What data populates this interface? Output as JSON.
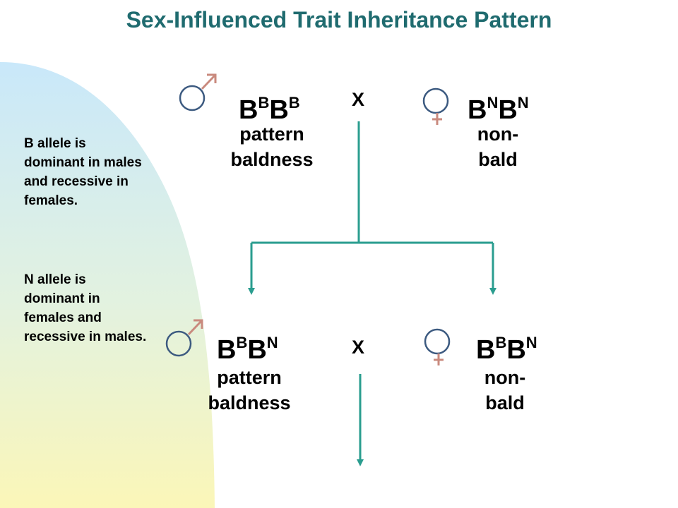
{
  "title": "Sex-Influenced Trait Inheritance Pattern",
  "note": {
    "b_allele": "B allele is dominant in males and recessive in females.",
    "n_allele": "N allele is dominant in females and recessive in males."
  },
  "parents": {
    "male": {
      "genotype": {
        "a": "B",
        "a_sup": "B",
        "b": "B",
        "b_sup": "B"
      },
      "phenotype_line1": "pattern",
      "phenotype_line2": "baldness"
    },
    "female": {
      "genotype": {
        "a": "B",
        "a_sup": "N",
        "b": "B",
        "b_sup": "N"
      },
      "phenotype_line1": "non-",
      "phenotype_line2": "bald"
    },
    "cross_symbol": "X"
  },
  "offspring": {
    "male": {
      "genotype": {
        "a": "B",
        "a_sup": "B",
        "b": "B",
        "b_sup": "N"
      },
      "phenotype_line1": "pattern",
      "phenotype_line2": "baldness"
    },
    "female": {
      "genotype": {
        "a": "B",
        "a_sup": "B",
        "b": "B",
        "b_sup": "N"
      },
      "phenotype_line1": "non-",
      "phenotype_line2": "bald"
    },
    "cross_symbol": "X"
  },
  "colors": {
    "title": "#1f6b6f",
    "arrow": "#2a9d8f",
    "symbol_circle": "#3c5a80",
    "symbol_mark": "#c98a7e",
    "gradient_top": "#c9e8fa",
    "gradient_bottom": "#fbf6b8"
  }
}
